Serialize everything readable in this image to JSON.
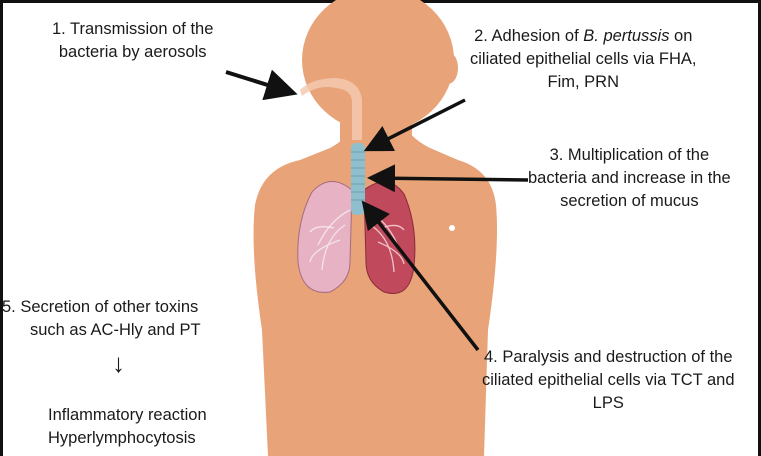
{
  "step1": {
    "line1": "1. Transmission of the",
    "line2": "bacteria by aerosols"
  },
  "step2": {
    "line1_prefix": "2. Adhesion of ",
    "line1_italic": "B. pertussis",
    "line1_suffix": " on",
    "line2": "ciliated epithelial cells via FHA,",
    "line3": "Fim, PRN"
  },
  "step3": {
    "line1": "3. Multiplication of the",
    "line2": "bacteria and increase in the",
    "line3": "secretion of mucus"
  },
  "step4": {
    "line1": "4. Paralysis and destruction of the",
    "line2": "ciliated epithelial cells via TCT and",
    "line3": "LPS"
  },
  "step5": {
    "line1": "5. Secretion of other toxins",
    "line2": "such as AC-Hly and PT",
    "arrow": "↓",
    "result1": "Inflammatory reaction",
    "result2": "Hyperlymphocytosis"
  },
  "colors": {
    "skin": "#e8a379",
    "skin_dark": "#d98e62",
    "trachea": "#8fbfcc",
    "lung_left": "#e7b3c4",
    "lung_right": "#c04a5c",
    "airway": "#f5c9b0"
  }
}
